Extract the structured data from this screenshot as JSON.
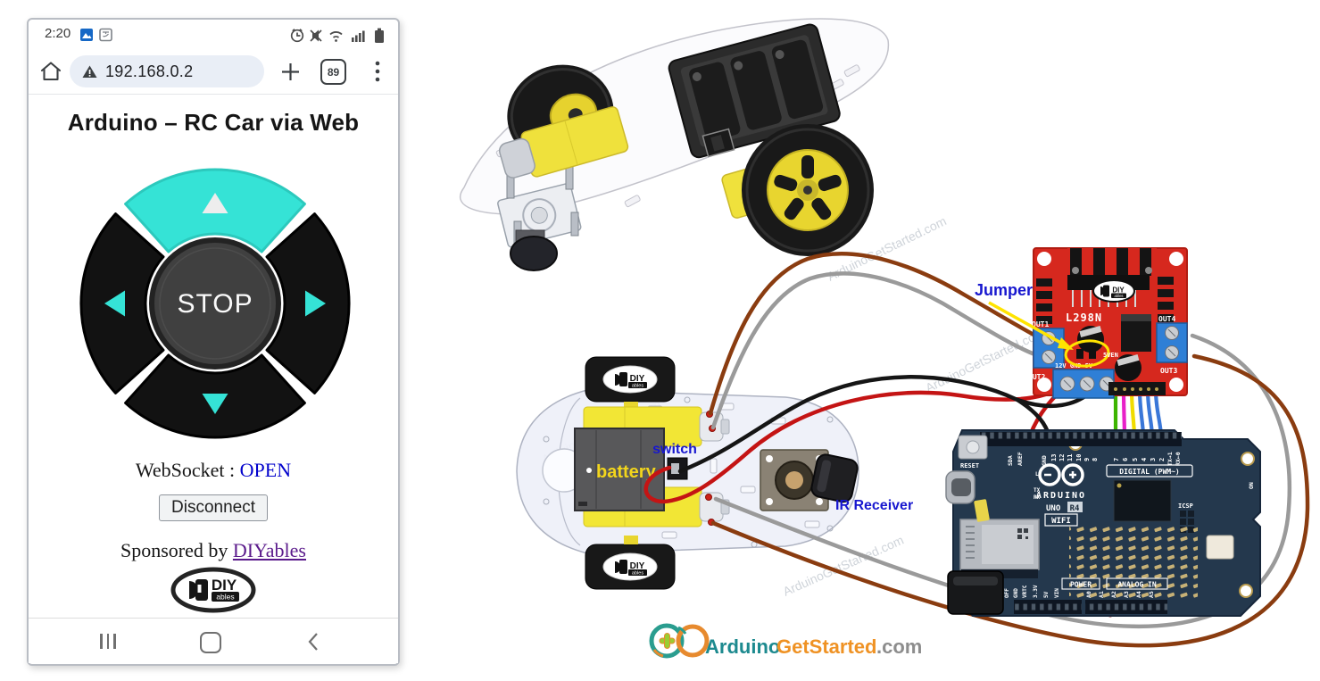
{
  "colors": {
    "accent_cyan": "#35e3d6",
    "pcb_red": "#d6281e",
    "arduino_navy": "#24384d",
    "label_blue": "#1717cf",
    "battery_label_yellow": "#f2d51c",
    "wire_brown": "#8a3c10",
    "wire_gray": "#9a9a9a",
    "wire_red": "#c41414",
    "wire_black": "#151515",
    "wire_green": "#3db400",
    "wire_magenta": "#e820c8",
    "wire_yellow": "#f0dc00",
    "wire_blue": "#3a77d8"
  },
  "phone": {
    "status": {
      "time": "2:20"
    },
    "browser": {
      "url": "192.168.0.2",
      "tab_count": "89"
    },
    "page": {
      "title": "Arduino – RC Car via Web",
      "stop_label": "STOP",
      "websocket_label": "WebSocket :",
      "websocket_status": "OPEN",
      "disconnect_label": "Disconnect",
      "sponsored_text": "Sponsored by",
      "sponsored_link": "DIYables",
      "diyables_logo": {
        "top": "DIY",
        "bottom": "ables"
      }
    }
  },
  "diagram": {
    "labels": {
      "jumper": "Jumper",
      "switch": "switch",
      "battery": "battery",
      "ir_receiver": "IR Receiver"
    },
    "wheel_logo": {
      "top": "DIY",
      "bottom": "ables"
    },
    "l298n": {
      "chip_label": "L298N",
      "out1": "OUT1",
      "out2": "OUT2",
      "out3": "OUT3",
      "out4": "OUT4",
      "power_terminal": "12V GND 5V",
      "enable_label": "5VEN",
      "logo_top": "DIY",
      "logo_bottom": "ables"
    },
    "arduino": {
      "reset_label": "RESET",
      "brand": "ARDUINO",
      "model_uno": "UNO",
      "model_r4": "R4",
      "model_wifi": "WIFI",
      "led_label": "L",
      "tx_label": "TX",
      "rx_label": "RX",
      "digital_header": "DIGITAL (PWM~)",
      "digital_pins": [
        "13",
        "12",
        "11",
        "10",
        "9",
        "8",
        "7",
        "6",
        "5",
        "4",
        "3",
        "2"
      ],
      "serial_pins": [
        "TX→1",
        "RX←0"
      ],
      "top_left_pins": [
        "SDA",
        "AREF",
        "GND"
      ],
      "icsp_label": "ICSP",
      "on_label": "ON",
      "power_header": "POWER",
      "analog_header": "ANALOG IN",
      "analog_pins": [
        "A0",
        "A1",
        "A2",
        "A3",
        "A4",
        "A5"
      ],
      "power_pins": [
        "3.3V",
        "5V",
        "VIN"
      ],
      "misc_pins": [
        "OFF",
        "GND",
        "VRTC"
      ]
    },
    "watermark": "ArduinoGetStarted.com",
    "footer_logo": {
      "part1": "Arduino",
      "part2": "GetStarted",
      "part3": ".com"
    }
  }
}
